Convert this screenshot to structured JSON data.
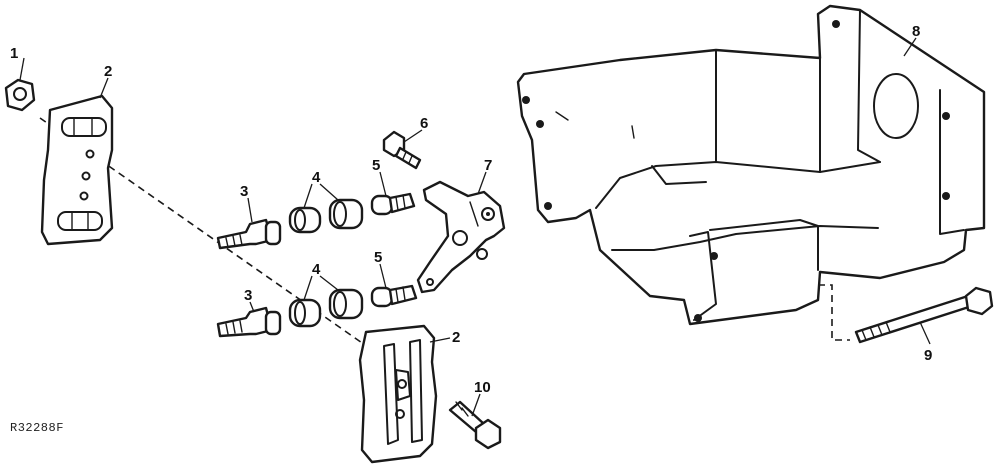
{
  "figure": {
    "reference_code": "R32288F",
    "callouts": [
      "1",
      "2",
      "2",
      "3",
      "3",
      "4",
      "4",
      "5",
      "5",
      "6",
      "7",
      "8",
      "9",
      "10"
    ]
  },
  "colors": {
    "line": "#1a1a1a",
    "background": "#ffffff"
  }
}
